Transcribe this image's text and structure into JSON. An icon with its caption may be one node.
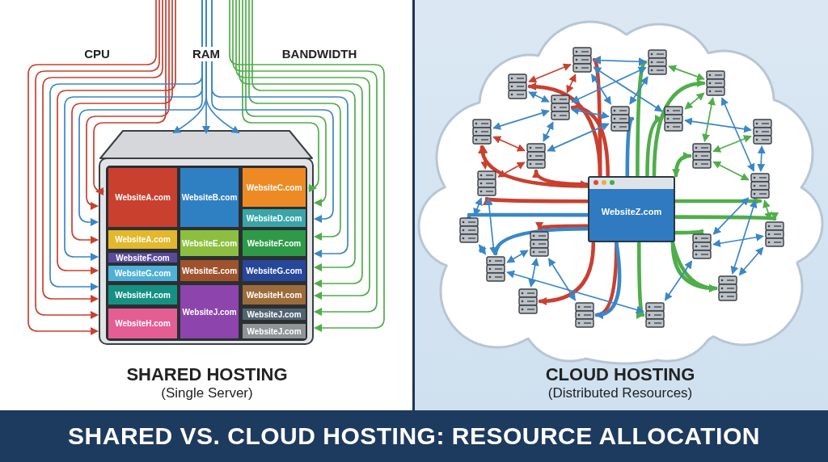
{
  "diagram": {
    "title": "SHARED VS. CLOUD HOSTING: RESOURCE ALLOCATION",
    "nodes": [
      {
        "text": [],
        "shape": "box"
      },
      {
        "text": [
          "WebsiteA.com"
        ],
        "in": 0
      },
      {
        "text": [
          "WebsiteB.com"
        ],
        "in": 0
      },
      {
        "text": [
          "WebsiteC.com"
        ],
        "in": 0
      },
      {
        "text": [
          "WebsiteD.com"
        ],
        "in": 0
      },
      {
        "text": [
          "WebsiteA.com"
        ],
        "in": 0
      },
      {
        "text": [
          "WebsiteE.com"
        ],
        "in": 0
      },
      {
        "text": [
          "WebsiteF.com"
        ],
        "in": 0
      },
      {
        "text": [
          "WebsiteF.com"
        ],
        "in": 0
      },
      {
        "text": [
          "WebsiteE.com"
        ],
        "in": 0
      },
      {
        "text": [
          "WebsiteG.com"
        ],
        "in": 0
      },
      {
        "text": [
          "WebsiteG.com"
        ],
        "in": 0
      },
      {
        "text": [
          "WebsiteH.com"
        ],
        "in": 0
      },
      {
        "text": [
          "WebsiteJ.com"
        ],
        "in": 0
      },
      {
        "text": [
          "WebsiteH.com"
        ],
        "in": 0
      },
      {
        "text": [
          "WebsiteH.com"
        ],
        "in": 0
      },
      {
        "text": [
          "WebsiteJ.com"
        ],
        "in": 0
      },
      {
        "text": [
          "WebsiteJ.com"
        ],
        "in": 0
      },
      {
        "text": [],
        "shape": "cloud"
      },
      {
        "text": [
          "WebsiteZ.com"
        ],
        "in": 18
      },
      {
        "text": [],
        "shape": "picture",
        "in": 18
      },
      {
        "text": [],
        "shape": "picture",
        "in": 18
      },
      {
        "text": [],
        "shape": "picture",
        "in": 18
      },
      {
        "text": [],
        "shape": "picture",
        "in": 18
      },
      {
        "text": [],
        "shape": "picture",
        "in": 18
      },
      {
        "text": [],
        "shape": "picture",
        "in": 18
      },
      {
        "text": [],
        "shape": "picture",
        "in": 18
      },
      {
        "text": [],
        "shape": "picture",
        "in": 18
      },
      {
        "text": [],
        "shape": "picture",
        "in": 18
      },
      {
        "text": [],
        "shape": "picture",
        "in": 18
      },
      {
        "text": [],
        "shape": "picture",
        "in": 18
      },
      {
        "text": [],
        "shape": "picture",
        "in": 18
      },
      {
        "text": [],
        "shape": "picture",
        "in": 18
      },
      {
        "text": [],
        "shape": "picture",
        "in": 18
      },
      {
        "text": [],
        "shape": "picture",
        "in": 18
      },
      {
        "text": [],
        "shape": "picture",
        "in": 18
      },
      {
        "text": [],
        "shape": "picture",
        "in": 18
      },
      {
        "text": [],
        "shape": "picture",
        "in": 18
      },
      {
        "text": [],
        "shape": "picture",
        "in": 18
      },
      {
        "text": [],
        "shape": "picture",
        "in": 18
      },
      {
        "text": [],
        "shape": "picture",
        "in": 18
      },
      {
        "text": [],
        "shape": "picture",
        "in": 18
      }
    ],
    "edges": [
      {
        "from": null,
        "to": 0,
        "arrow": "to",
        "color": "#c9402f"
      },
      {
        "from": null,
        "to": 0,
        "arrow": "to",
        "color": "#c9402f"
      },
      {
        "from": null,
        "to": 0,
        "arrow": "to",
        "color": "#3a87c8"
      },
      {
        "from": null,
        "to": 0,
        "arrow": "to",
        "color": "#c9402f"
      },
      {
        "from": null,
        "to": 0,
        "arrow": "to",
        "color": "#3a87c8"
      },
      {
        "from": null,
        "to": 0,
        "arrow": "to",
        "color": "#c9402f"
      },
      {
        "from": null,
        "to": 0,
        "arrow": "to",
        "color": "#3a87c8"
      },
      {
        "from": null,
        "to": 0,
        "arrow": "to",
        "color": "#c9402f"
      },
      {
        "from": null,
        "to": 0,
        "arrow": "to",
        "color": "#c9402f"
      },
      {
        "from": null,
        "to": 0,
        "arrow": "to",
        "color": "#c9402f"
      },
      {
        "from": null,
        "to": 0,
        "arrow": "to",
        "color": "#4fae4a"
      },
      {
        "from": null,
        "to": 0,
        "arrow": "to",
        "color": "#4fae4a"
      },
      {
        "from": null,
        "to": 0,
        "arrow": "to",
        "color": "#3a87c8"
      },
      {
        "from": null,
        "to": 0,
        "arrow": "to",
        "color": "#4fae4a"
      },
      {
        "from": null,
        "to": 0,
        "arrow": "to",
        "color": "#3a87c8"
      },
      {
        "from": null,
        "to": 0,
        "arrow": "to",
        "color": "#4fae4a"
      },
      {
        "from": null,
        "to": 0,
        "arrow": "to",
        "color": "#4fae4a"
      },
      {
        "from": null,
        "to": 0,
        "arrow": "to",
        "color": "#4fae4a"
      },
      {
        "from": null,
        "to": 0,
        "arrow": "to",
        "color": "#4fae4a"
      },
      {
        "from": null,
        "to": 0,
        "arrow": "to",
        "color": "#4fae4a"
      },
      {
        "from": null,
        "to": 0,
        "arrow": "to",
        "color": "#3a87c8"
      },
      {
        "from": null,
        "to": 0,
        "arrow": "to",
        "color": "#3a87c8"
      },
      {
        "from": null,
        "to": 0,
        "arrow": "to",
        "color": "#3a87c8"
      },
      {
        "from": 19,
        "to": 20,
        "arrow": "to",
        "style": "thick",
        "color": "#c9402f"
      },
      {
        "from": 19,
        "to": 24,
        "arrow": "to",
        "style": "thick",
        "color": "#c9402f"
      },
      {
        "from": 19,
        "to": 23,
        "arrow": "to",
        "style": "thick",
        "color": "#c9402f"
      },
      {
        "from": 19,
        "to": 27,
        "arrow": "to",
        "style": "thick",
        "color": "#c9402f"
      },
      {
        "from": 19,
        "to": 31,
        "arrow": "to",
        "style": "thick",
        "color": "#c9402f"
      },
      {
        "from": 19,
        "to": 29,
        "arrow": "both",
        "style": "thick",
        "color": "#c9402f"
      },
      {
        "from": 19,
        "to": 35,
        "arrow": "to",
        "style": "thick",
        "color": "#c9402f"
      },
      {
        "from": 19,
        "to": 39,
        "arrow": "to",
        "style": "thick",
        "color": "#c9402f"
      },
      {
        "from": 19,
        "to": 40,
        "arrow": "to",
        "style": "thick",
        "color": "#c9402f"
      },
      {
        "from": 19,
        "to": 25,
        "arrow": "to",
        "style": "thick",
        "color": "#3a87c8"
      },
      {
        "from": 19,
        "to": 33,
        "arrow": "to",
        "style": "thick",
        "color": "#3a87c8"
      },
      {
        "from": 19,
        "to": 37,
        "arrow": "to",
        "style": "thick",
        "color": "#3a87c8"
      },
      {
        "from": 19,
        "to": 40,
        "arrow": "to",
        "style": "thick",
        "color": "#3a87c8"
      },
      {
        "from": 19,
        "to": 21,
        "arrow": "to",
        "style": "thick",
        "color": "#4fae4a"
      },
      {
        "from": 19,
        "to": 26,
        "arrow": "to",
        "style": "thick",
        "color": "#4fae4a"
      },
      {
        "from": 19,
        "to": 22,
        "arrow": "to",
        "style": "thick",
        "color": "#4fae4a"
      },
      {
        "from": 19,
        "to": 30,
        "arrow": "both",
        "style": "thick",
        "color": "#4fae4a"
      },
      {
        "from": 19,
        "to": 32,
        "arrow": "to",
        "style": "thick",
        "color": "#4fae4a"
      },
      {
        "from": 19,
        "to": 34,
        "arrow": "to",
        "style": "thick",
        "color": "#4fae4a"
      },
      {
        "from": 19,
        "to": 38,
        "arrow": "to",
        "style": "thick",
        "color": "#4fae4a"
      },
      {
        "from": 19,
        "to": 38,
        "arrow": "to",
        "style": "thick",
        "color": "#4fae4a"
      },
      {
        "from": 19,
        "to": 36,
        "arrow": "to",
        "style": "thick",
        "color": "#4fae4a"
      },
      {
        "from": 19,
        "to": 41,
        "arrow": "to",
        "style": "thick",
        "color": "#4fae4a"
      },
      {
        "from": 20,
        "to": 21,
        "arrow": "both",
        "color": "#3a87c8"
      },
      {
        "from": 20,
        "to": 25,
        "arrow": "both",
        "color": "#3a87c8"
      },
      {
        "from": 20,
        "to": 26,
        "arrow": "both",
        "color": "#3a87c8"
      },
      {
        "from": 21,
        "to": 24,
        "arrow": "both",
        "color": "#3a87c8"
      },
      {
        "from": 21,
        "to": 25,
        "arrow": "both",
        "color": "#3a87c8"
      },
      {
        "from": 23,
        "to": 24,
        "arrow": "both",
        "color": "#3a87c8"
      },
      {
        "from": 24,
        "to": 27,
        "arrow": "both",
        "color": "#3a87c8"
      },
      {
        "from": 24,
        "to": 25,
        "arrow": "both",
        "color": "#3a87c8"
      },
      {
        "from": 24,
        "to": 29,
        "arrow": "both",
        "color": "#3a87c8"
      },
      {
        "from": 25,
        "to": 29,
        "arrow": "both",
        "color": "#3a87c8"
      },
      {
        "from": 26,
        "to": 28,
        "arrow": "both",
        "color": "#3a87c8"
      },
      {
        "from": 22,
        "to": 32,
        "arrow": "both",
        "color": "#3a87c8"
      },
      {
        "from": 28,
        "to": 32,
        "arrow": "both",
        "color": "#3a87c8"
      },
      {
        "from": 33,
        "to": 31,
        "arrow": "both",
        "color": "#3a87c8"
      },
      {
        "from": 33,
        "to": 37,
        "arrow": "both",
        "color": "#3a87c8"
      },
      {
        "from": 31,
        "to": 37,
        "arrow": "both",
        "color": "#3a87c8"
      },
      {
        "from": 37,
        "to": 35,
        "arrow": "both",
        "color": "#3a87c8"
      },
      {
        "from": 35,
        "to": 39,
        "arrow": "both",
        "color": "#3a87c8"
      },
      {
        "from": 35,
        "to": 40,
        "arrow": "both",
        "color": "#3a87c8"
      },
      {
        "from": 37,
        "to": 41,
        "arrow": "both",
        "color": "#3a87c8"
      },
      {
        "from": 36,
        "to": 41,
        "arrow": "both",
        "color": "#3a87c8"
      },
      {
        "from": 36,
        "to": 32,
        "arrow": "both",
        "color": "#3a87c8"
      },
      {
        "from": 34,
        "to": 38,
        "arrow": "both",
        "color": "#3a87c8"
      },
      {
        "from": 32,
        "to": 38,
        "arrow": "both",
        "color": "#3a87c8"
      },
      {
        "from": 36,
        "to": 34,
        "arrow": "both",
        "color": "#3a87c8"
      },
      {
        "from": 27,
        "to": 29,
        "arrow": "both",
        "color": "#c9402f"
      },
      {
        "from": 27,
        "to": 31,
        "arrow": "both",
        "color": "#c9402f"
      },
      {
        "from": 31,
        "to": 29,
        "arrow": "both",
        "color": "#c9402f"
      },
      {
        "from": 23,
        "to": 20,
        "arrow": "both",
        "color": "#c9402f"
      },
      {
        "from": 24,
        "to": 20,
        "arrow": "both",
        "color": "#c9402f"
      },
      {
        "from": 22,
        "to": 26,
        "arrow": "both",
        "color": "#4fae4a"
      },
      {
        "from": 22,
        "to": 21,
        "arrow": "both",
        "color": "#4fae4a"
      },
      {
        "from": 22,
        "to": 30,
        "arrow": "both",
        "color": "#4fae4a"
      },
      {
        "from": 32,
        "to": 30,
        "arrow": "both",
        "color": "#4fae4a"
      },
      {
        "from": 28,
        "to": 30,
        "arrow": "both",
        "color": "#4fae4a"
      },
      {
        "from": 32,
        "to": 34,
        "arrow": "both",
        "color": "#4fae4a"
      }
    ],
    "labels": [
      "CPU",
      "RAM",
      "BANDWIDTH",
      "SHARED HOSTING",
      "(Single Server)",
      "CLOUD HOSTING",
      "(Distributed Resources)"
    ]
  }
}
